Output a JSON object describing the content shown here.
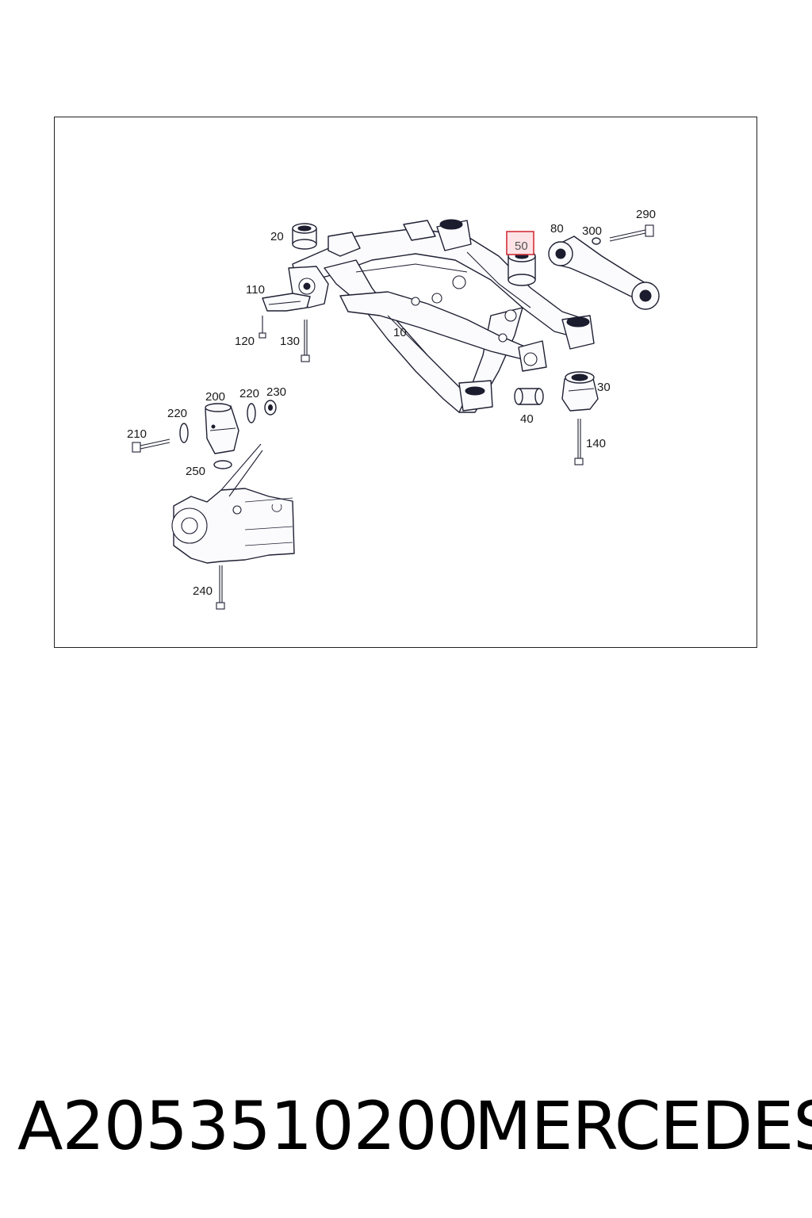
{
  "diagram": {
    "labels": {
      "l10": "10",
      "l20": "20",
      "l30": "30",
      "l40": "40",
      "l50": "50",
      "l80": "80",
      "l110": "110",
      "l120": "120",
      "l130": "130",
      "l140": "140",
      "l200": "200",
      "l210": "210",
      "l220a": "220",
      "l220b": "220",
      "l230": "230",
      "l240": "240",
      "l250": "250",
      "l290": "290",
      "l300": "300"
    },
    "highlighted_label": "50",
    "highlight_color": "#d3303a"
  },
  "caption": {
    "part_number": "A2053510200",
    "brand": "MERCEDES"
  }
}
